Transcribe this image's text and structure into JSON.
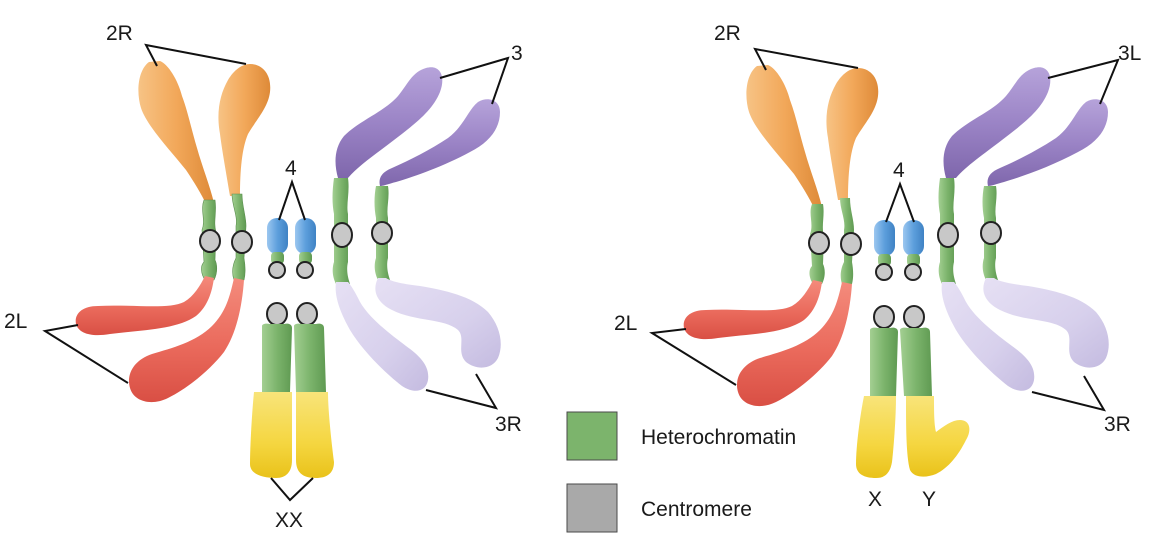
{
  "colors": {
    "arm_2R": "#f2a85a",
    "arm_2L": "#ea6a5c",
    "arm_3_left": "#9b84c6",
    "arm_3_right": "#d7d0ec",
    "chrom_4": "#5d9fdc",
    "heterochromatin": "#7cb46c",
    "centromere": "#c8c8c8",
    "x_chrom": "#f5d640",
    "line": "#111111"
  },
  "female": {
    "label_2R": "2R",
    "label_2L": "2L",
    "label_3": "3",
    "label_3R": "3R",
    "label_4": "4",
    "label_sex": "XX"
  },
  "male": {
    "label_2R": "2R",
    "label_2L": "2L",
    "label_3L": "3L",
    "label_3R": "3R",
    "label_4": "4",
    "label_x": "X",
    "label_y": "Y"
  },
  "legend": {
    "items": [
      {
        "label": "Heterochromatin",
        "color": "#7cb46c",
        "icon": "heterochromatin-swatch"
      },
      {
        "label": "Centromere",
        "color": "#a9a9a9",
        "icon": "centromere-swatch"
      }
    ]
  }
}
